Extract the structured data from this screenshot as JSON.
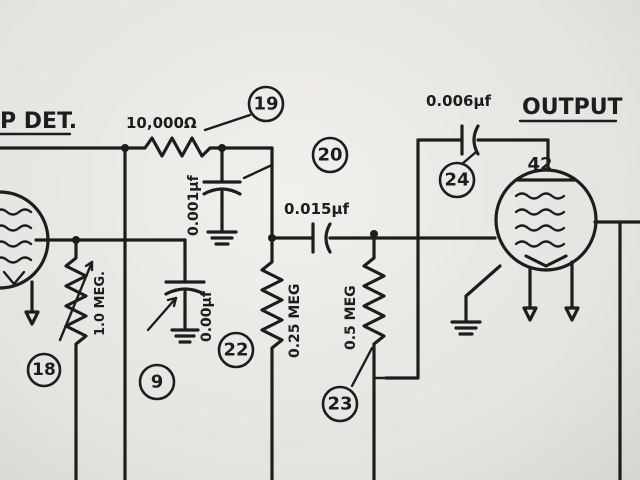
{
  "labels": {
    "detector_title": "P DET.",
    "output_title": "OUTPUT",
    "r_top": "10,000Ω",
    "c_top_value": "0.001μf",
    "c_mid_value": "0.015μf",
    "c_out_value": "0.006μf",
    "c_left_value": "0.00μf",
    "r_left_value": "1.0 MEG.",
    "r_mid_value": "0.25 MEG",
    "r_right_value": "0.5 MEG",
    "tube_type": "42"
  },
  "callouts": {
    "n9": "9",
    "n18": "18",
    "n19": "19",
    "n20": "20",
    "n22": "22",
    "n23": "23",
    "n24": "24"
  },
  "colors": {
    "ink": "#1d1d1d",
    "paper": "#ecebe7"
  }
}
